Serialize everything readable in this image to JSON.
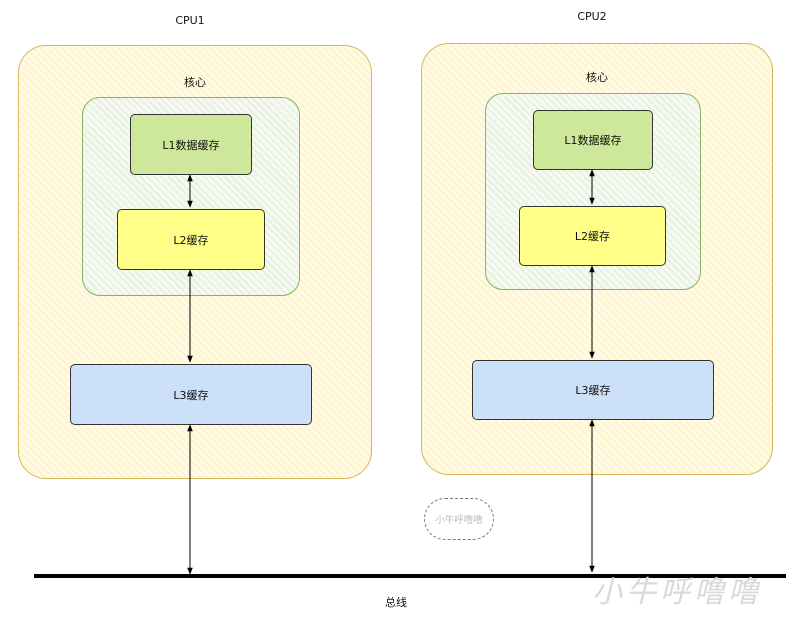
{
  "cpus": [
    {
      "title": "CPU1",
      "core_label": "核心",
      "l1": "L1数据缓存",
      "l2": "L2缓存",
      "l3": "L3缓存"
    },
    {
      "title": "CPU2",
      "core_label": "核心",
      "l1": "L1数据缓存",
      "l2": "L2缓存",
      "l3": "L3缓存"
    }
  ],
  "bus_label": "总线",
  "cloud_text": "小牛呼噜噜",
  "watermark": "小牛呼噜噜",
  "colors": {
    "cpu_border": "#d6b656",
    "core_border": "#82b366",
    "l1_fill": "#cde89a",
    "l2_fill": "#ffff88",
    "l3_fill": "#cce0f8",
    "bus": "#000000"
  }
}
